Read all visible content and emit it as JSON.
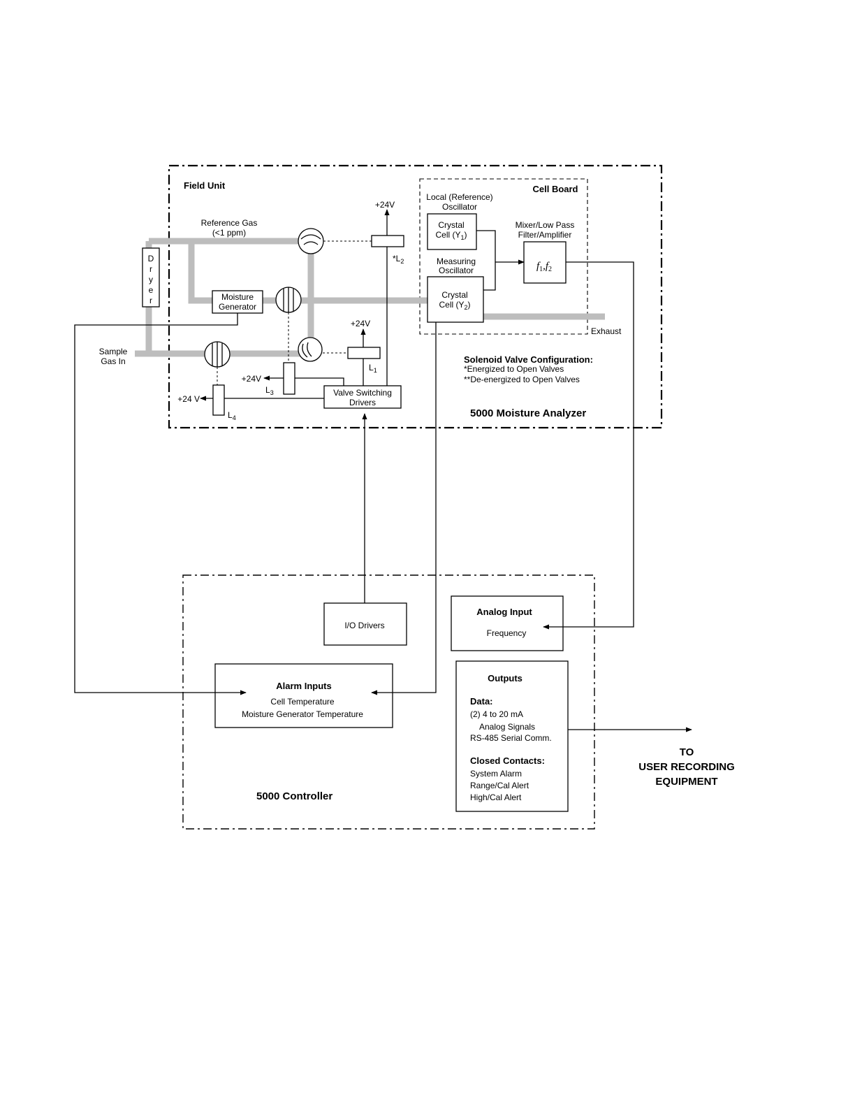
{
  "field_unit": {
    "title": "Field Unit",
    "reference_gas": [
      "Reference Gas",
      "(<1 ppm)"
    ],
    "dryer_letters": [
      "D",
      "r",
      "y",
      "e",
      "r"
    ],
    "moisture_generator": [
      "Moisture",
      "Generator"
    ],
    "sample_gas": [
      "Sample",
      "Gas In"
    ],
    "valve_drivers": [
      "Valve Switching",
      "Drivers"
    ],
    "plus24v": "+24V",
    "plus24v_spaced": "+24 V",
    "solenoids": {
      "l1": "L",
      "l1_sub": "1",
      "l2_prefix": "*L",
      "l2_sub": "2",
      "l3": "L",
      "l3_sub": "3",
      "l4": "L",
      "l4_sub": "4"
    }
  },
  "cell_board": {
    "title": "Cell Board",
    "local_osc": [
      "Local (Reference)",
      "Oscillator"
    ],
    "crystal_cell": "Crystal",
    "cell_y1": "Cell (Y",
    "y1_sub": "1",
    "cell_y2": "Cell (Y",
    "y2_sub": "2",
    "close_paren": ")",
    "measuring_osc": [
      "Measuring",
      "Oscillator"
    ],
    "mixer": [
      "Mixer/Low Pass",
      "Filter/Amplifier"
    ],
    "freq_label": "f",
    "f1_sub": "1",
    "comma": ",",
    "f2_sub": "2"
  },
  "exhaust": "Exhaust",
  "solenoid_config": {
    "title": "Solenoid Valve Configuration:",
    "energized": "*Energized to Open Valves",
    "deenergized": "**De-energized to Open Valves"
  },
  "analyzer_title": "5000 Moisture Analyzer",
  "controller": {
    "title": "5000 Controller",
    "io_drivers": "I/O Drivers",
    "analog_input": {
      "title": "Analog Input",
      "value": "Frequency"
    },
    "alarm_inputs": {
      "title": "Alarm Inputs",
      "lines": [
        "Cell Temperature",
        "Moisture Generator Temperature"
      ]
    },
    "outputs": {
      "title": "Outputs",
      "data_title": "Data:",
      "data_lines": [
        "(2) 4 to 20 mA",
        "Analog Signals",
        "RS-485 Serial Comm."
      ],
      "contacts_title": "Closed Contacts:",
      "contact_lines": [
        "System Alarm",
        "Range/Cal Alert",
        "High/Cal Alert"
      ]
    }
  },
  "user_recording": [
    "TO",
    "USER RECORDING",
    "EQUIPMENT"
  ]
}
